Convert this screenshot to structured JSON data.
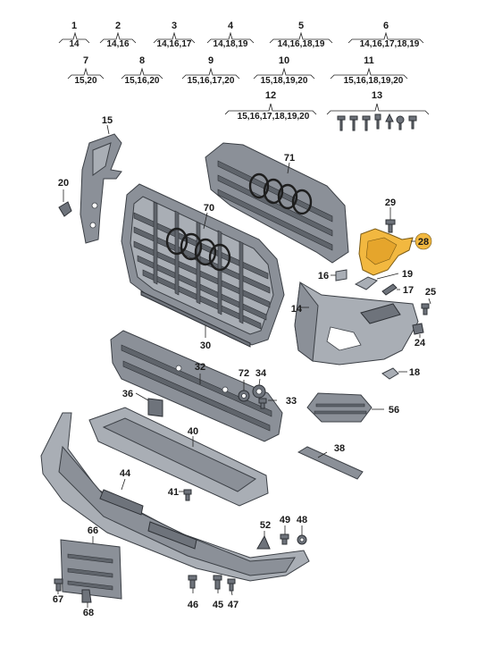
{
  "kit_groups": [
    {
      "label": "1",
      "parts": "14"
    },
    {
      "label": "2",
      "parts": "14,16"
    },
    {
      "label": "3",
      "parts": "14,16,17"
    },
    {
      "label": "4",
      "parts": "14,18,19"
    },
    {
      "label": "5",
      "parts": "14,16,18,19"
    },
    {
      "label": "6",
      "parts": "14,16,17,18,19"
    },
    {
      "label": "7",
      "parts": "15,20"
    },
    {
      "label": "8",
      "parts": "15,16,20"
    },
    {
      "label": "9",
      "parts": "15,16,17,20"
    },
    {
      "label": "10",
      "parts": "15,18,19,20"
    },
    {
      "label": "11",
      "parts": "15,16,18,19,20"
    },
    {
      "label": "12",
      "parts": "15,16,17,18,19,20"
    },
    {
      "label": "13",
      "parts": ""
    }
  ],
  "callouts": {
    "p15": "15",
    "p20": "20",
    "p70": "70",
    "p71": "71",
    "p29": "29",
    "p28": "28",
    "p16": "16",
    "p19": "19",
    "p17": "17",
    "p25": "25",
    "p14": "14",
    "p24": "24",
    "p30": "30",
    "p18": "18",
    "p32": "32",
    "p72": "72",
    "p34": "34",
    "p33": "33",
    "p36": "36",
    "p56": "56",
    "p40": "40",
    "p38": "38",
    "p44": "44",
    "p41": "41",
    "p52": "52",
    "p49": "49",
    "p48": "48",
    "p66": "66",
    "p67": "67",
    "p68": "68",
    "p46": "46",
    "p45": "45",
    "p47": "47"
  },
  "colors": {
    "part_fill": "#8b9098",
    "highlight": "#f2b840",
    "line": "#222222"
  }
}
